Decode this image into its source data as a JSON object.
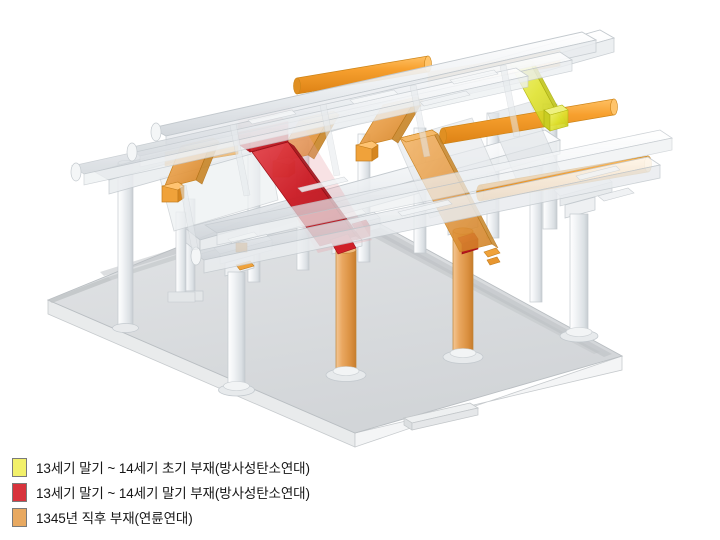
{
  "figure": {
    "title": "",
    "description": "traditional-wooden-building-frame-3d-diagram",
    "colors": {
      "yellow": "#e9ec3a",
      "red": "#d0232b",
      "orange": "#e8a05c",
      "purlin_orange": "#f49a28",
      "glass_light": "#f2f4f6",
      "glass_edge": "#c3c9cf",
      "platform_top": "#d9dbdd",
      "platform_side": "#c2c5c8",
      "background": "#ffffff"
    },
    "elements": {
      "columns_highlighted": 3,
      "columns_plain": 9,
      "purlins_highlighted": 4,
      "struts_orange": 4,
      "strut_red": 1,
      "strut_yellow": 1
    }
  },
  "legend": {
    "items": [
      {
        "color": "#e9ec3a",
        "label": "13세기 말기 ~ 14세기 초기 부재(방사성탄소연대)"
      },
      {
        "color": "#d0232b",
        "label": "13세기 말기 ~ 14세기 말기 부재(방사성탄소연대)"
      },
      {
        "color": "#e8a05c",
        "label": "1345년 직후 부재(연륜연대)"
      }
    ]
  }
}
